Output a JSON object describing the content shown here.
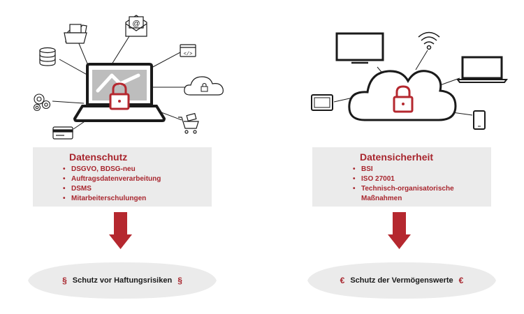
{
  "left": {
    "title": "Datenschutz",
    "items": [
      {
        "text": "DSGVO, BDSG-neu"
      },
      {
        "text": "Auftragsdatenverarbeitung"
      },
      {
        "text": "DSMS"
      },
      {
        "text": "Mitarbeiterschulungen"
      }
    ],
    "result_symbol": "§",
    "result_text": "Schutz vor Haftungsrisiken",
    "icons": [
      "folder-icon",
      "email-icon",
      "database-icon",
      "code-window-icon",
      "gears-icon",
      "cloud-lock-icon",
      "credit-card-icon",
      "shopping-cart-icon",
      "laptop-lock-icon"
    ]
  },
  "right": {
    "title": "Datensicherheit",
    "items": [
      {
        "text": "BSI"
      },
      {
        "text": "ISO 27001"
      },
      {
        "text": "Technisch-organisatorische",
        "text2": "Maßnahmen"
      }
    ],
    "result_symbol": "€",
    "result_text": "Schutz der Vermögenswerte",
    "icons": [
      "monitor-icon",
      "wifi-icon",
      "laptop-icon",
      "tablet-icon",
      "smartphone-icon",
      "cloud-lock-icon"
    ]
  },
  "colors": {
    "accent": "#a8262e",
    "box_bg": "#ebebeb",
    "arrow": "#b5282f",
    "icon_stroke": "#1a1a1a"
  }
}
